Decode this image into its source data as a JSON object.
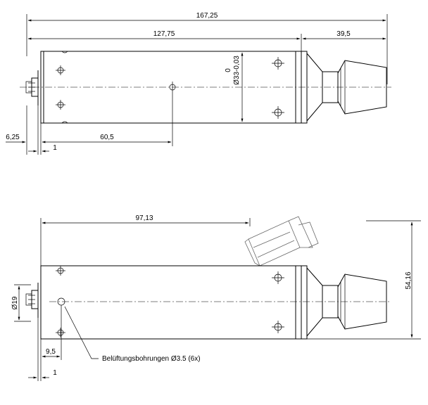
{
  "top_view": {
    "dim_total": "167,25",
    "dim_body": "127,75",
    "dim_nose": "39,5",
    "dim_diameter_a": "0",
    "dim_diameter_b": "Ø33-0,03",
    "dim_center": "60,5",
    "dim_left": "6,25",
    "dim_one": "1"
  },
  "side_view": {
    "dim_length": "97,13",
    "dim_height": "54,16",
    "dim_connector": "Ø19",
    "dim_hole": "9,5",
    "dim_one": "1",
    "callout": "Belüftungsbohrungen Ø3.5 (6x)"
  }
}
